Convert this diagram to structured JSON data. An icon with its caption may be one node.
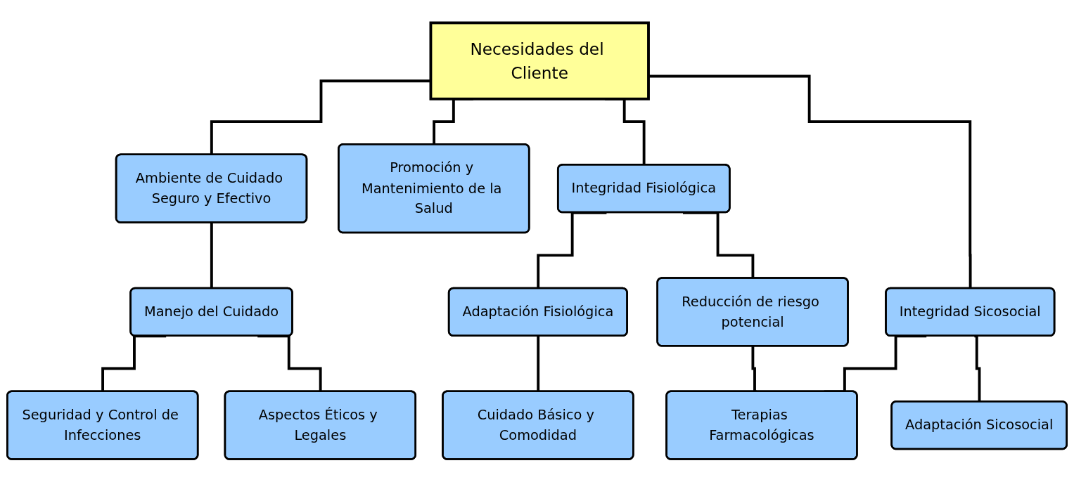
{
  "diagram": {
    "nodes": [
      {
        "text": [
          "Necesidades del Cliente"
        ]
      },
      {
        "text": [
          "Ambiente de Cuidado Seguro y Efectivo"
        ]
      },
      {
        "text": [
          "Promoción y Mantenimiento de la Salud"
        ]
      },
      {
        "text": [
          "Integridad Fisiológica"
        ]
      },
      {
        "text": [
          "Integridad Sicosocial"
        ]
      },
      {
        "text": [
          "Seguridad y Control de Infecciones"
        ]
      },
      {
        "text": [
          "Manejo del Cuidado"
        ]
      },
      {
        "text": [
          "Aspectos Éticos y Legales"
        ]
      },
      {
        "text": [
          "Adaptación Fisiológica"
        ]
      },
      {
        "text": [
          "Reducción de riesgo potencial"
        ]
      },
      {
        "text": [
          "Adaptación Sicosocial"
        ]
      },
      {
        "text": [
          "Cuidado Básico y Comodidad"
        ]
      },
      {
        "text": [
          "Terapias Farmacológicas"
        ]
      }
    ],
    "edges": [
      {
        "from": 0,
        "to": 1,
        "arrow": "none"
      },
      {
        "from": 0,
        "to": 2,
        "arrow": "none"
      },
      {
        "from": 0,
        "to": 3,
        "arrow": "none"
      },
      {
        "from": 0,
        "to": 4,
        "arrow": "none"
      },
      {
        "from": 1,
        "to": 6,
        "arrow": "none"
      },
      {
        "from": 6,
        "to": 5,
        "arrow": "none"
      },
      {
        "from": 6,
        "to": 7,
        "arrow": "none"
      },
      {
        "from": 3,
        "to": 8,
        "arrow": "none"
      },
      {
        "from": 3,
        "to": 9,
        "arrow": "none"
      },
      {
        "from": 8,
        "to": 11,
        "arrow": "none"
      },
      {
        "from": 9,
        "to": 12,
        "arrow": "none"
      },
      {
        "from": 4,
        "to": 10,
        "arrow": "none"
      },
      {
        "from": 4,
        "to": 12,
        "arrow": "none"
      }
    ]
  }
}
